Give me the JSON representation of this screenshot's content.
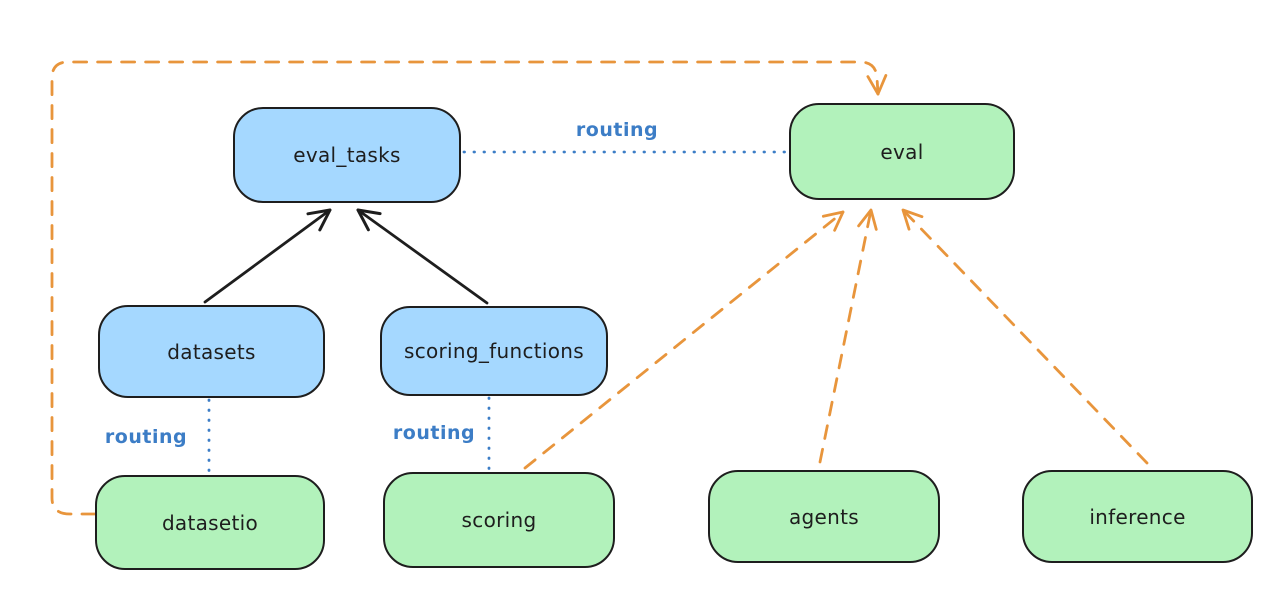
{
  "diagram": {
    "background_color": "#ffffff",
    "colors": {
      "node_stroke": "#1e1e1e",
      "api_node_fill_blue": "#a5d8ff",
      "provider_node_fill_green": "#b2f2bb",
      "routing_label_blue": "#3c7dc6",
      "dashed_arrow_orange": "#e8953c",
      "solid_arrow_black": "#1e1e1e"
    },
    "nodes": {
      "eval_tasks": {
        "label": "eval_tasks",
        "fill": "blue"
      },
      "eval": {
        "label": "eval",
        "fill": "green"
      },
      "datasets": {
        "label": "datasets",
        "fill": "blue"
      },
      "scoring_functions": {
        "label": "scoring_functions",
        "fill": "blue"
      },
      "datasetio": {
        "label": "datasetio",
        "fill": "green"
      },
      "scoring": {
        "label": "scoring",
        "fill": "green"
      },
      "agents": {
        "label": "agents",
        "fill": "green"
      },
      "inference": {
        "label": "inference",
        "fill": "green"
      }
    },
    "edges": {
      "eval_tasks_to_eval": {
        "label": "routing",
        "style": "dotted-blue"
      },
      "datasets_to_datasetio": {
        "label": "routing",
        "style": "dotted-blue"
      },
      "scoring_functions_to_scoring": {
        "label": "routing",
        "style": "dotted-blue"
      },
      "datasets_to_eval_tasks": {
        "style": "solid-black-arrow"
      },
      "scoring_functions_to_eval_tasks": {
        "style": "solid-black-arrow"
      },
      "datasetio_to_eval": {
        "style": "dashed-orange-arrow"
      },
      "scoring_to_eval": {
        "style": "dashed-orange-arrow"
      },
      "agents_to_eval": {
        "style": "dashed-orange-arrow"
      },
      "inference_to_eval": {
        "style": "dashed-orange-arrow"
      }
    }
  }
}
